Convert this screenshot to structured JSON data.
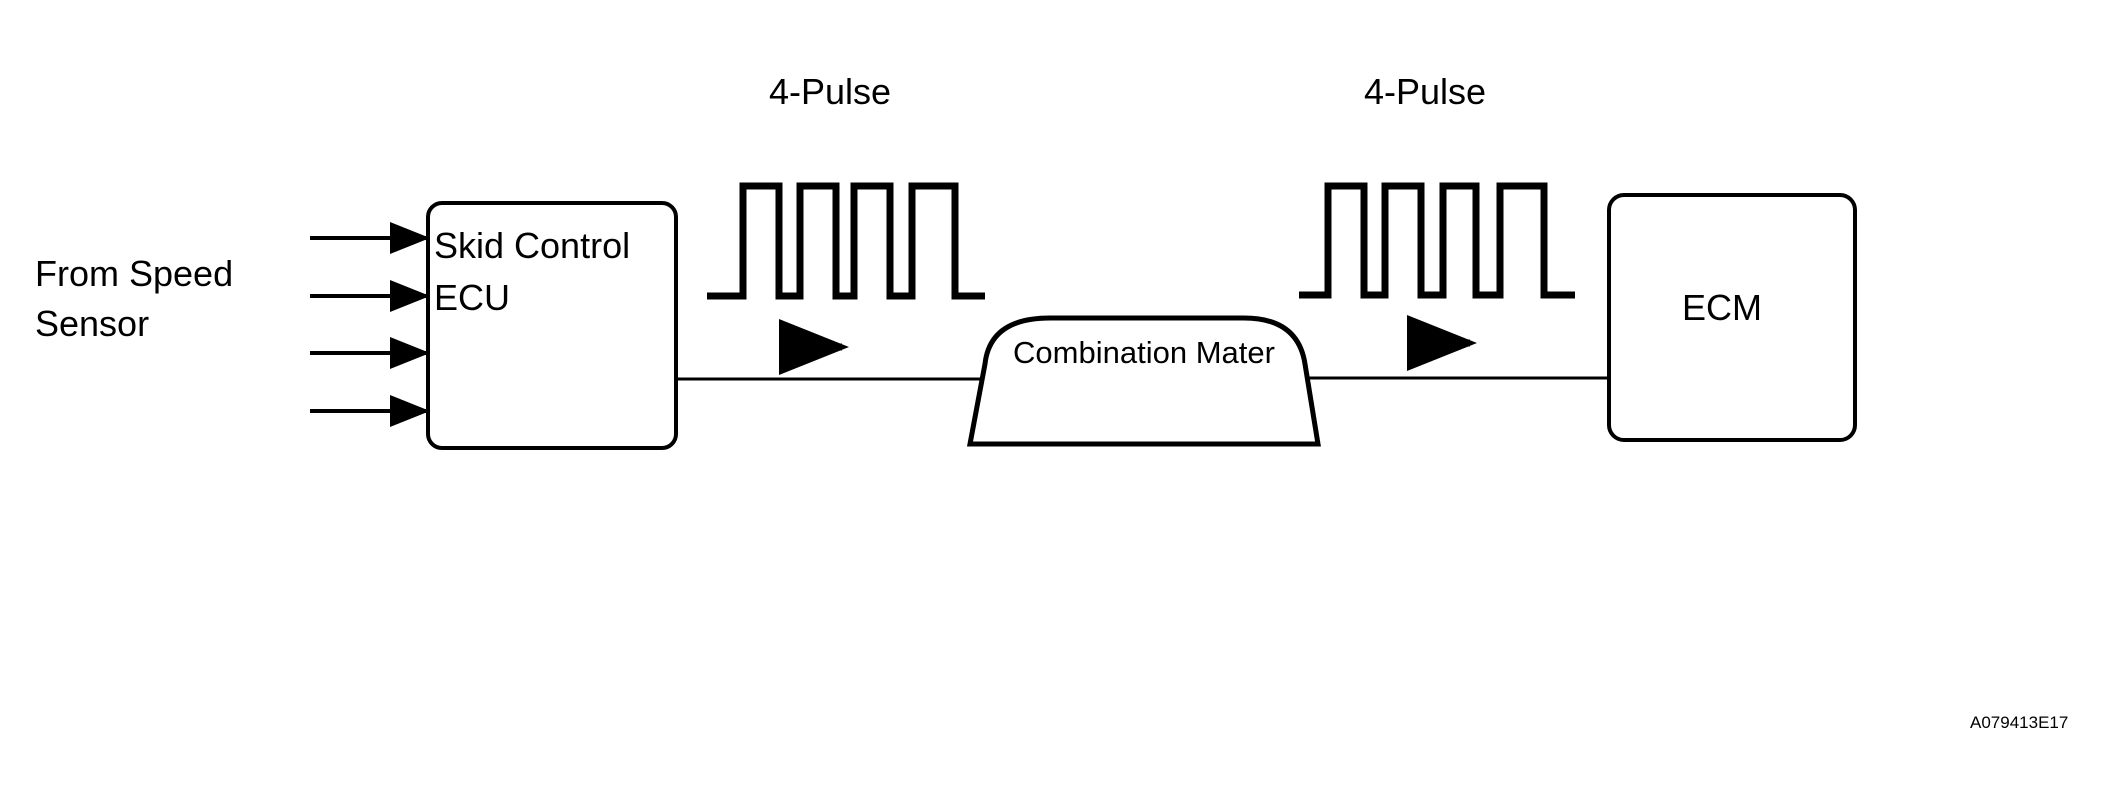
{
  "diagram": {
    "input_label_line1": "From Speed",
    "input_label_line2": "Sensor",
    "skid_ecu_line1": "Skid Control",
    "skid_ecu_line2": "ECU",
    "combination_meter": "Combination Mater",
    "ecm": "ECM",
    "pulse_label_left": "4-Pulse",
    "pulse_label_right": "4-Pulse",
    "figure_id": "A079413E17"
  },
  "colors": {
    "ink": "#000000",
    "background": "#ffffff"
  }
}
